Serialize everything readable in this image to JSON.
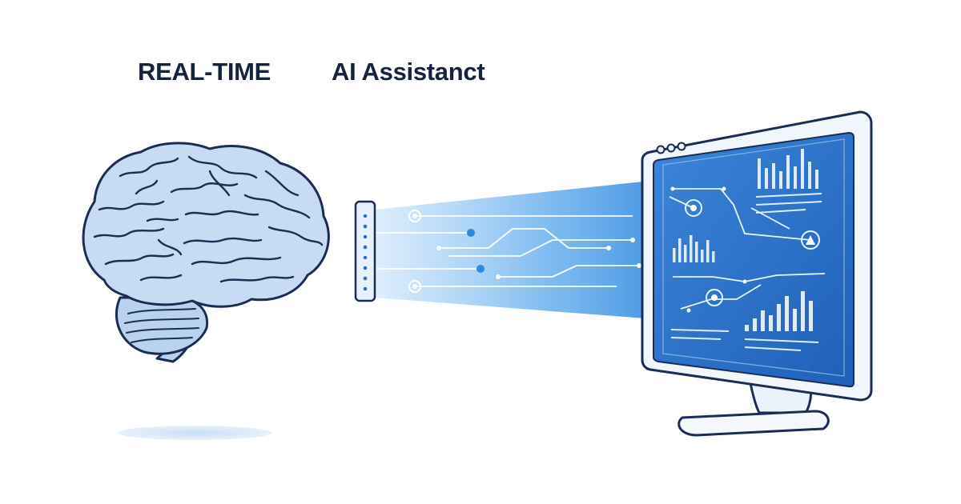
{
  "header": {
    "left_label": "REAL-TIME",
    "right_label": "AI Assistanct"
  },
  "illustration": {
    "icons": [
      "brain-icon",
      "data-connector-icon",
      "light-beam",
      "monitor-icon",
      "dashboard-window"
    ],
    "window_dots": 3
  },
  "colors": {
    "ink": "#15233f",
    "outline": "#1b2d52",
    "brain_fill": "#c7dbf2",
    "accent_blue": "#2a8ae0",
    "screen_blue": "#2b6fc9",
    "beam_blue": "#5aa7ec",
    "shadow": "#d5e6f6"
  }
}
